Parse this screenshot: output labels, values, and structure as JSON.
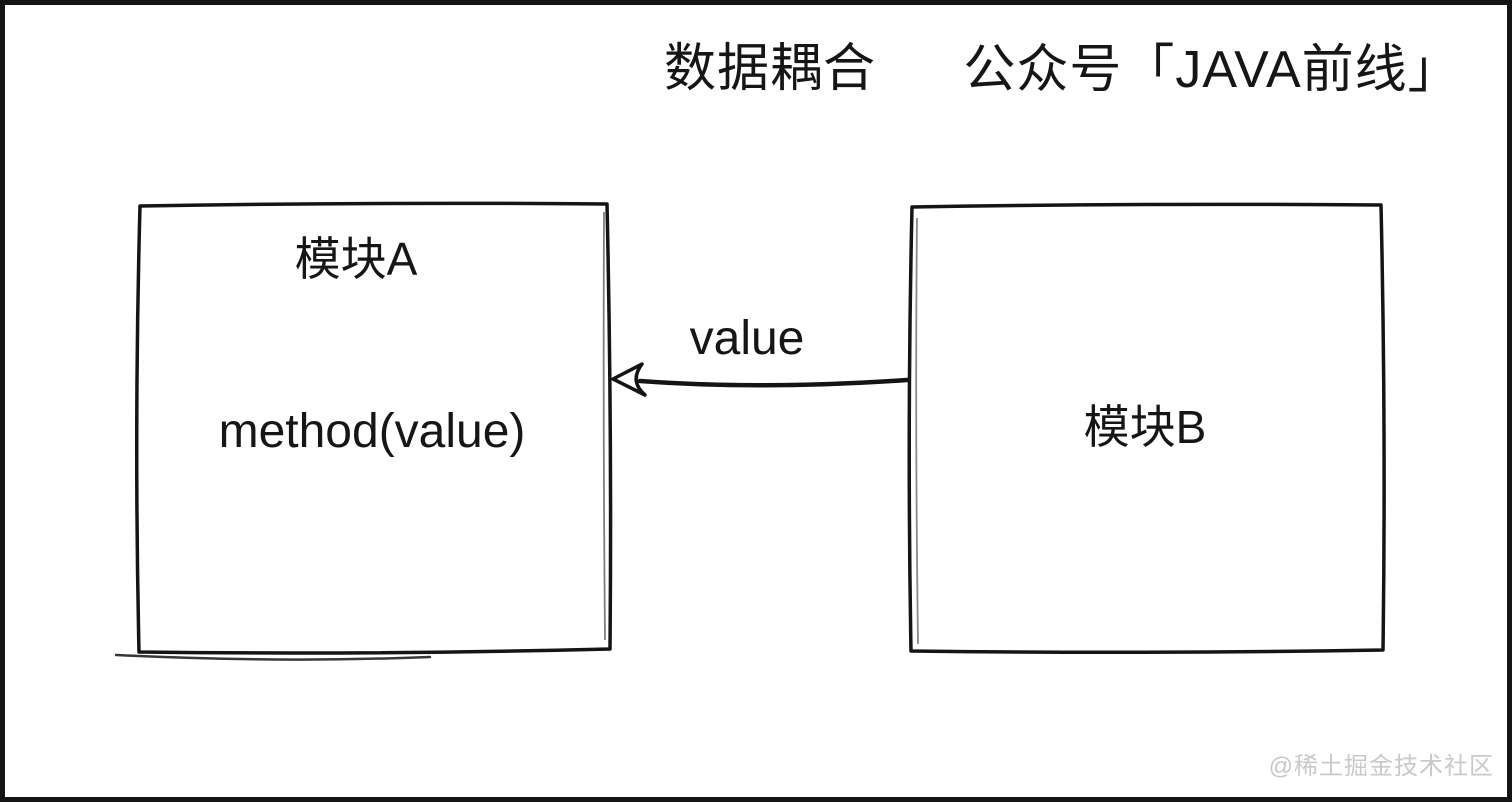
{
  "page": {
    "background_color": "#ffffff",
    "line_color": "#141414"
  },
  "header": {
    "title": "数据耦合",
    "credit": "公众号「JAVA前线」"
  },
  "diagram": {
    "module_a": {
      "label": "模块A",
      "method": "method(value)"
    },
    "module_b": {
      "label": "模块B"
    },
    "arrow": {
      "label": "value",
      "direction": "module-b-to-module-a"
    }
  },
  "watermark": {
    "text": "@稀土掘金技术社区",
    "color": "#c9c9c9"
  }
}
